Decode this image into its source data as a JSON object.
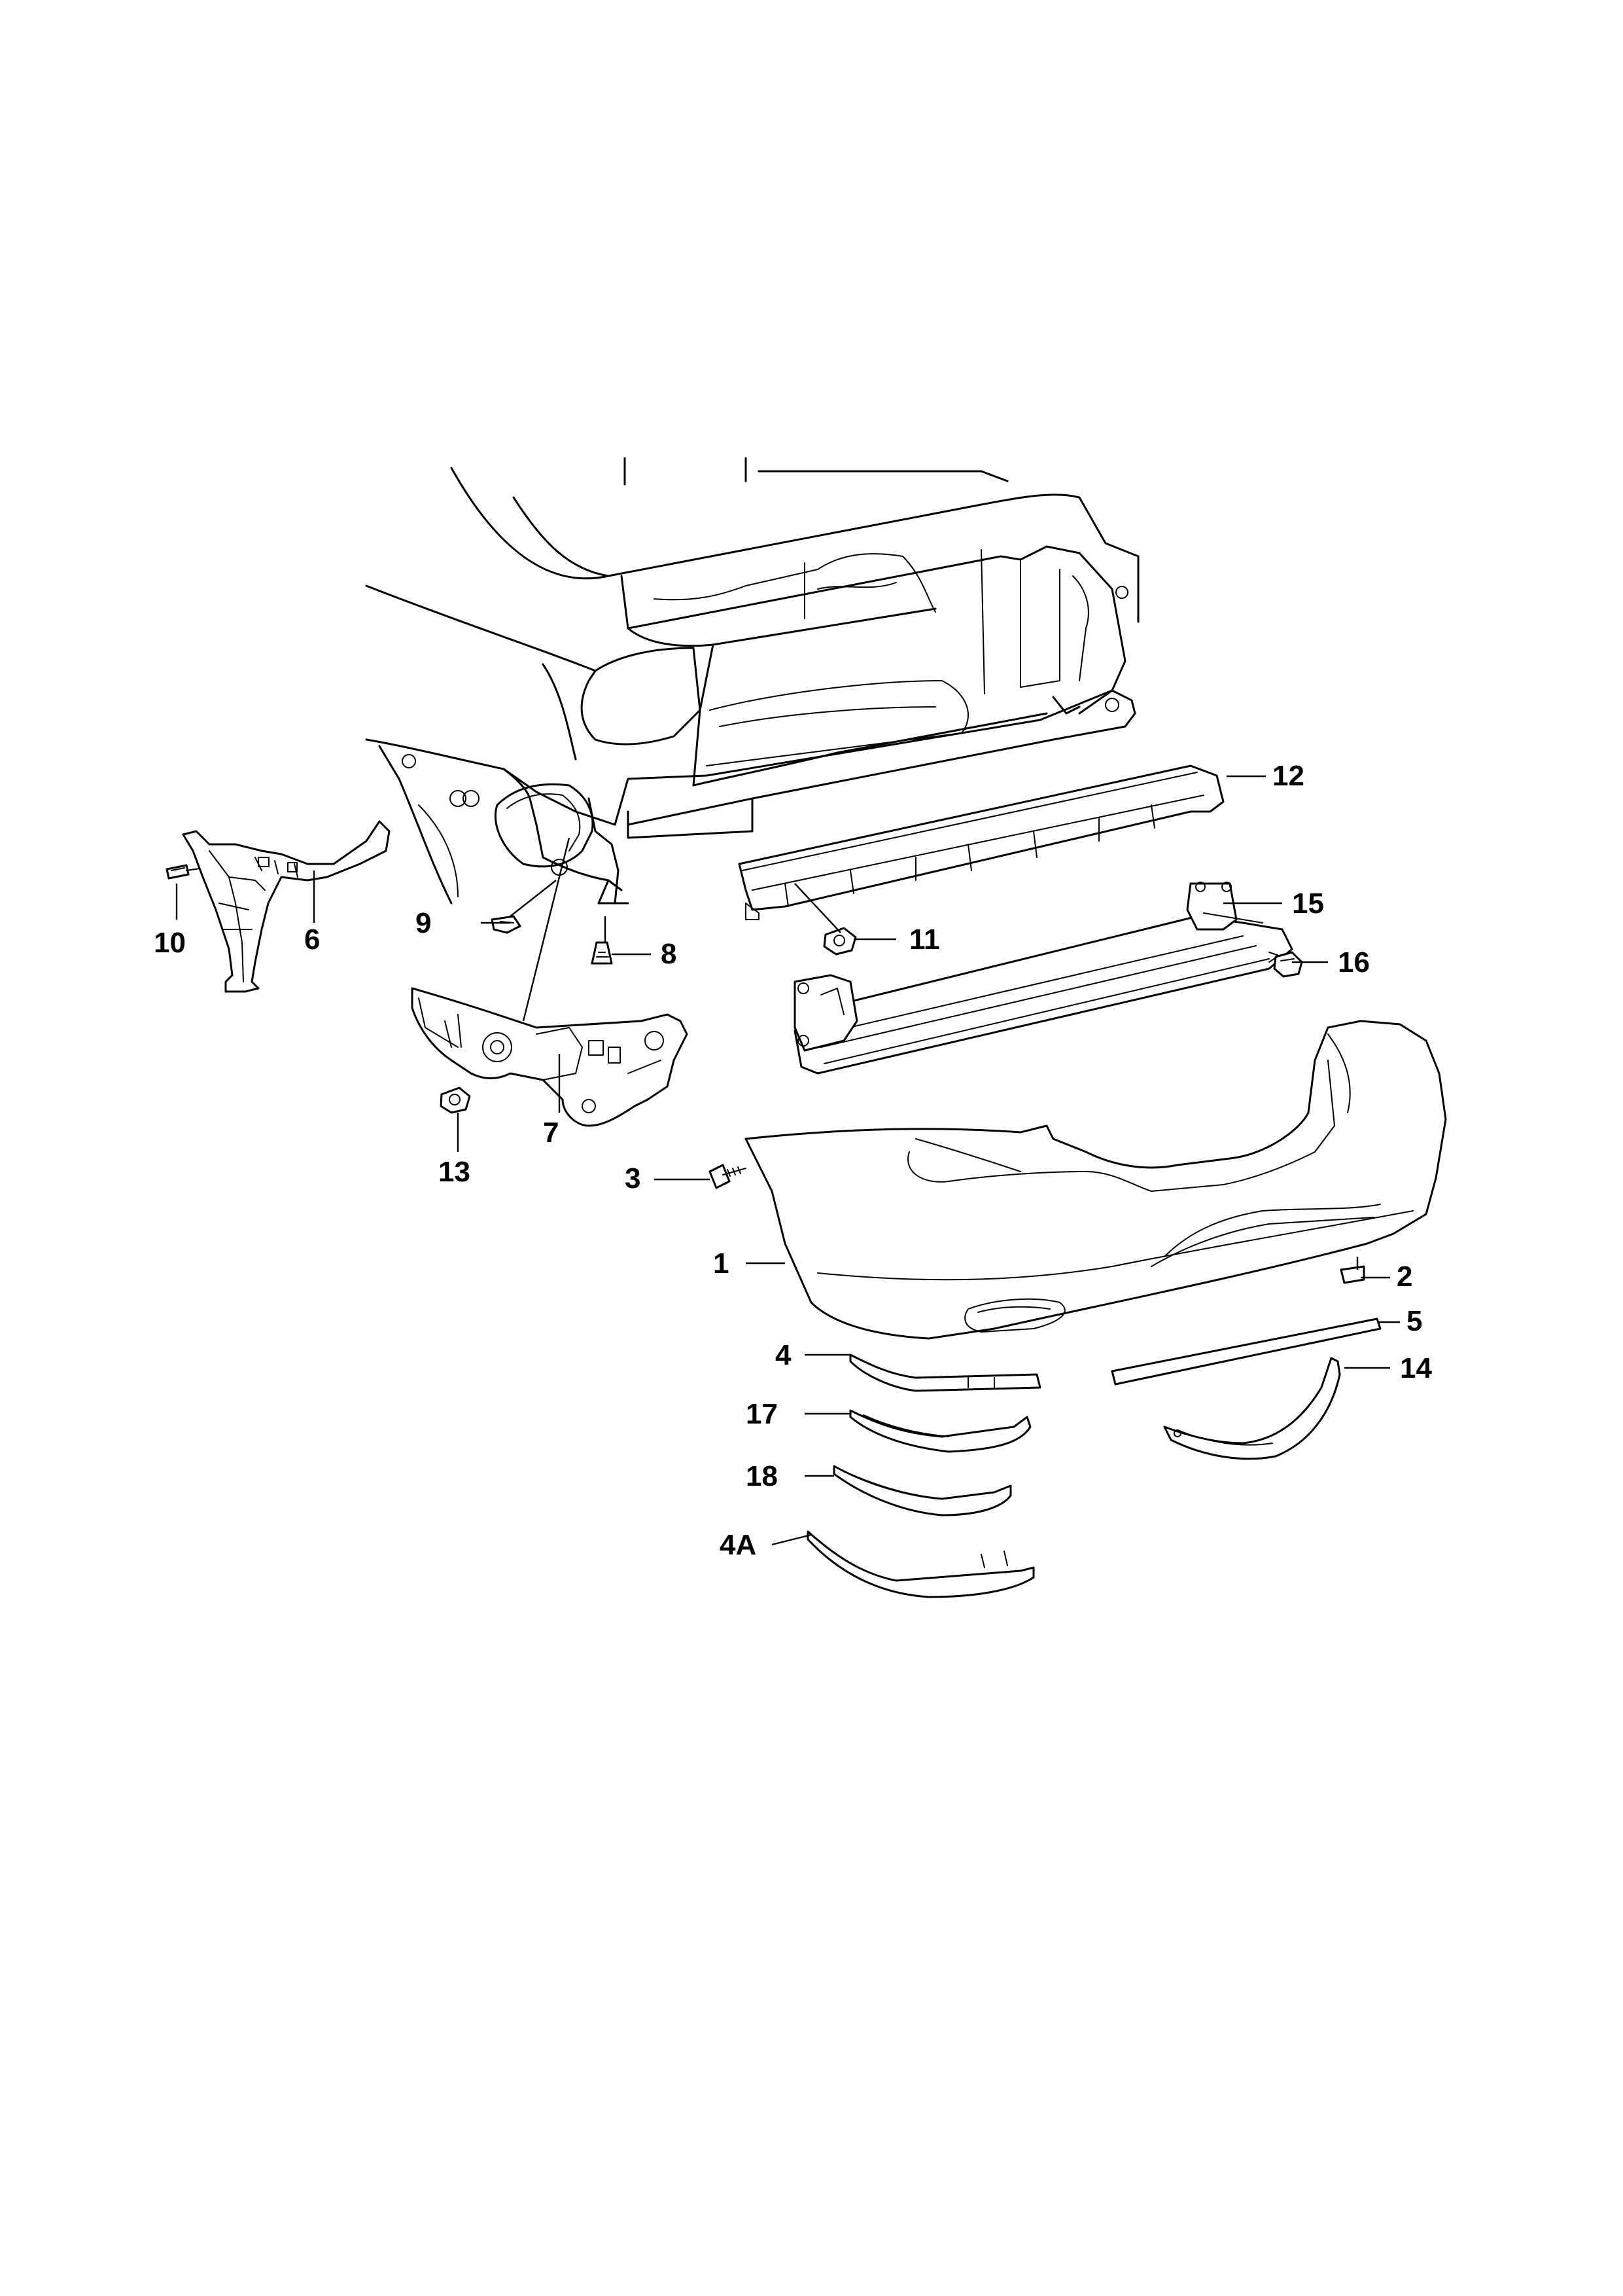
{
  "diagram": {
    "callouts": [
      {
        "id": "1",
        "label": "1"
      },
      {
        "id": "2",
        "label": "2"
      },
      {
        "id": "3",
        "label": "3"
      },
      {
        "id": "4",
        "label": "4"
      },
      {
        "id": "4A",
        "label": "4A"
      },
      {
        "id": "5",
        "label": "5"
      },
      {
        "id": "6",
        "label": "6"
      },
      {
        "id": "7",
        "label": "7"
      },
      {
        "id": "8",
        "label": "8"
      },
      {
        "id": "9",
        "label": "9"
      },
      {
        "id": "10",
        "label": "10"
      },
      {
        "id": "11",
        "label": "11"
      },
      {
        "id": "12",
        "label": "12"
      },
      {
        "id": "13",
        "label": "13"
      },
      {
        "id": "14",
        "label": "14"
      },
      {
        "id": "15",
        "label": "15"
      },
      {
        "id": "16",
        "label": "16"
      },
      {
        "id": "17",
        "label": "17"
      },
      {
        "id": "18",
        "label": "18"
      }
    ]
  }
}
